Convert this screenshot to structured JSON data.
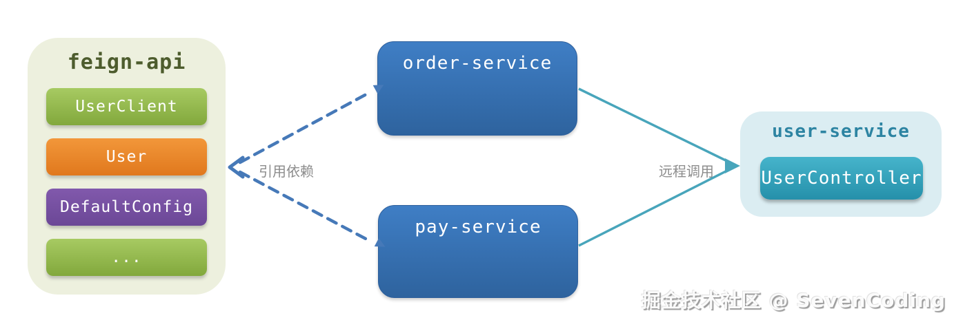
{
  "feign_api": {
    "title": "feign-api",
    "items": [
      {
        "label": "UserClient",
        "color": "green"
      },
      {
        "label": "User",
        "color": "orange"
      },
      {
        "label": "DefaultConfig",
        "color": "purple"
      },
      {
        "label": "...",
        "color": "green"
      }
    ]
  },
  "services": [
    {
      "title": "order-service"
    },
    {
      "title": "pay-service"
    }
  ],
  "user_service": {
    "title": "user-service",
    "controller": "UserController"
  },
  "edges": {
    "dependency": {
      "label": "引用依赖",
      "style": "dashed",
      "from": "order-service / pay-service",
      "to": "feign-api"
    },
    "remote_call": {
      "label": "远程调用",
      "style": "solid",
      "from": "order-service / pay-service",
      "to": "user-service"
    }
  },
  "watermark": "掘金技术社区 @ SevenCoding",
  "colors": {
    "feign_panel_bg": "#edf0de",
    "feign_title": "#4d5c2d",
    "node_green": "#93b948",
    "node_orange": "#ea8425",
    "node_purple": "#76519f",
    "service_blue_top": "#3f7ec5",
    "service_blue_bottom": "#2e639e",
    "user_panel_bg": "#dbedf2",
    "user_title": "#2d84a2",
    "user_controller_teal": "#35a2bc",
    "dashed_edge": "#4679b8",
    "solid_edge": "#48a5bb",
    "edge_label_gray": "#8c8c8c"
  }
}
